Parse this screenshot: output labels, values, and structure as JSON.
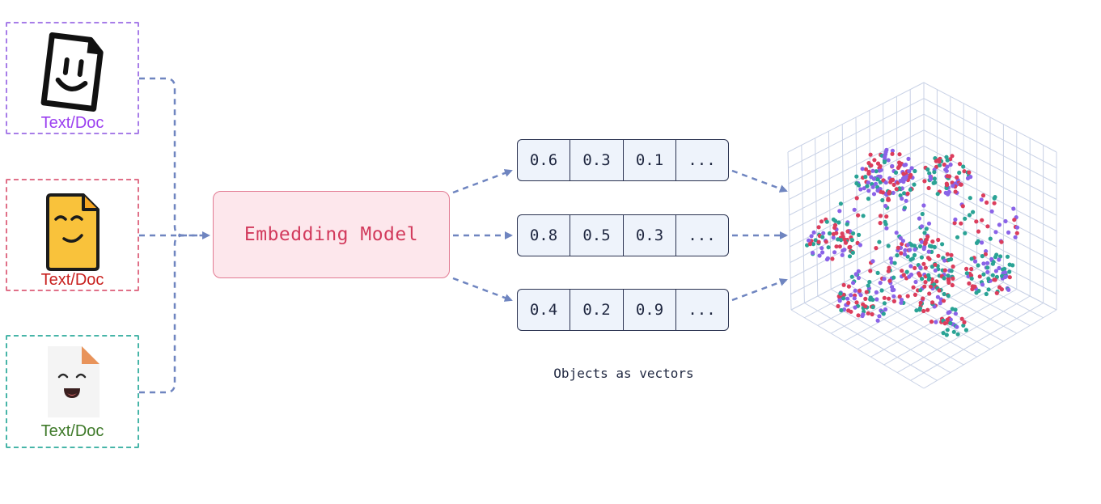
{
  "documents": [
    {
      "label": "Text/Doc",
      "color": "#9b3ff0",
      "border": "#a77de8",
      "icon": "smiley-doc-icon"
    },
    {
      "label": "Text/Doc",
      "color": "#c8201e",
      "border": "#e07088",
      "icon": "grinning-doc-icon"
    },
    {
      "label": "Text/Doc",
      "color": "#3f7a2a",
      "border": "#47b5a8",
      "icon": "happy-doc-icon"
    }
  ],
  "model": {
    "label": "Embedding Model"
  },
  "vectors": [
    {
      "values": [
        "0.6",
        "0.3",
        "0.1",
        "..."
      ]
    },
    {
      "values": [
        "0.8",
        "0.5",
        "0.3",
        "..."
      ]
    },
    {
      "values": [
        "0.4",
        "0.2",
        "0.9",
        "..."
      ]
    }
  ],
  "caption": "Objects as vectors",
  "colors": {
    "arrow": "#6f85c0",
    "point_red": "#dc3d5c",
    "point_purple": "#8a63e8",
    "point_teal": "#2aa395",
    "grid": "#c9d2e6"
  }
}
